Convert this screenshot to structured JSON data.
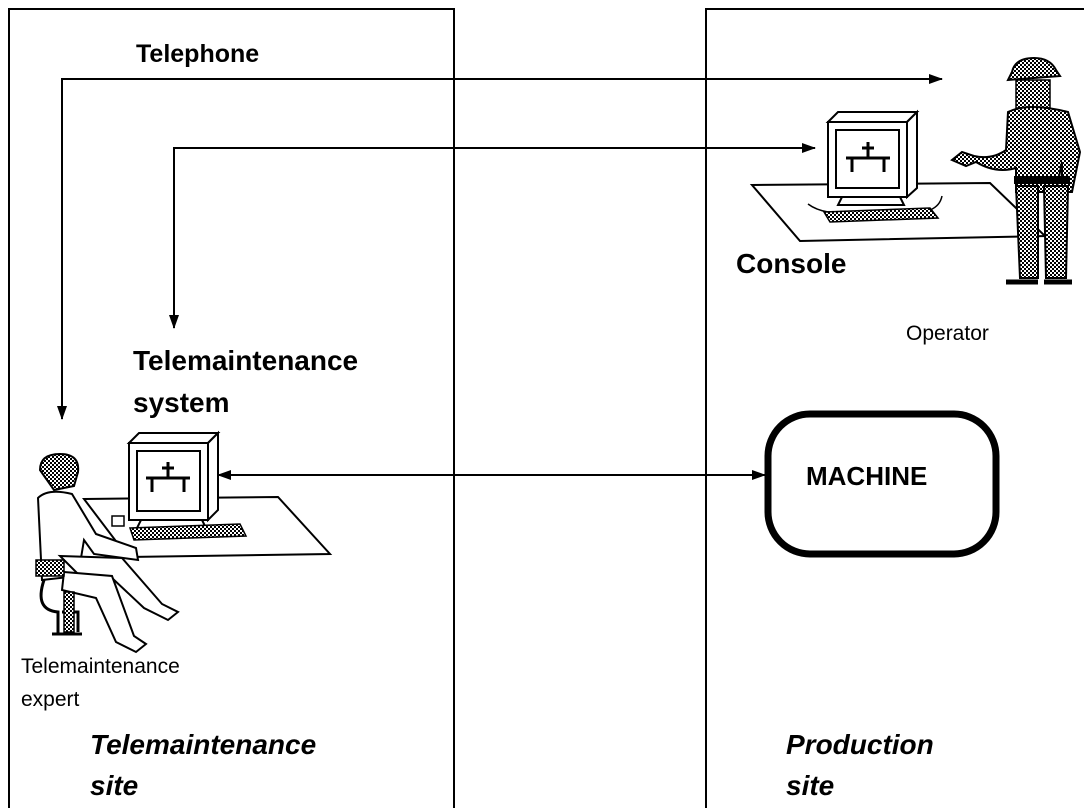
{
  "labels": {
    "telephone": "Telephone",
    "console": "Console",
    "operator": "Operator",
    "telemaintenance_system_line1": "Telemaintenance",
    "telemaintenance_system_line2": "system",
    "machine": "MACHINE",
    "expert_line1": "Telemaintenance",
    "expert_line2": "expert",
    "tele_site_line1": "Telemaintenance",
    "tele_site_line2": "site",
    "prod_site_line1": "Production",
    "prod_site_line2": "site"
  },
  "colors": {
    "ink": "#000000",
    "background": "#ffffff"
  },
  "icons": [
    "seated-expert-icon",
    "computer-workstation-icon",
    "console-computer-icon",
    "standing-operator-icon"
  ]
}
